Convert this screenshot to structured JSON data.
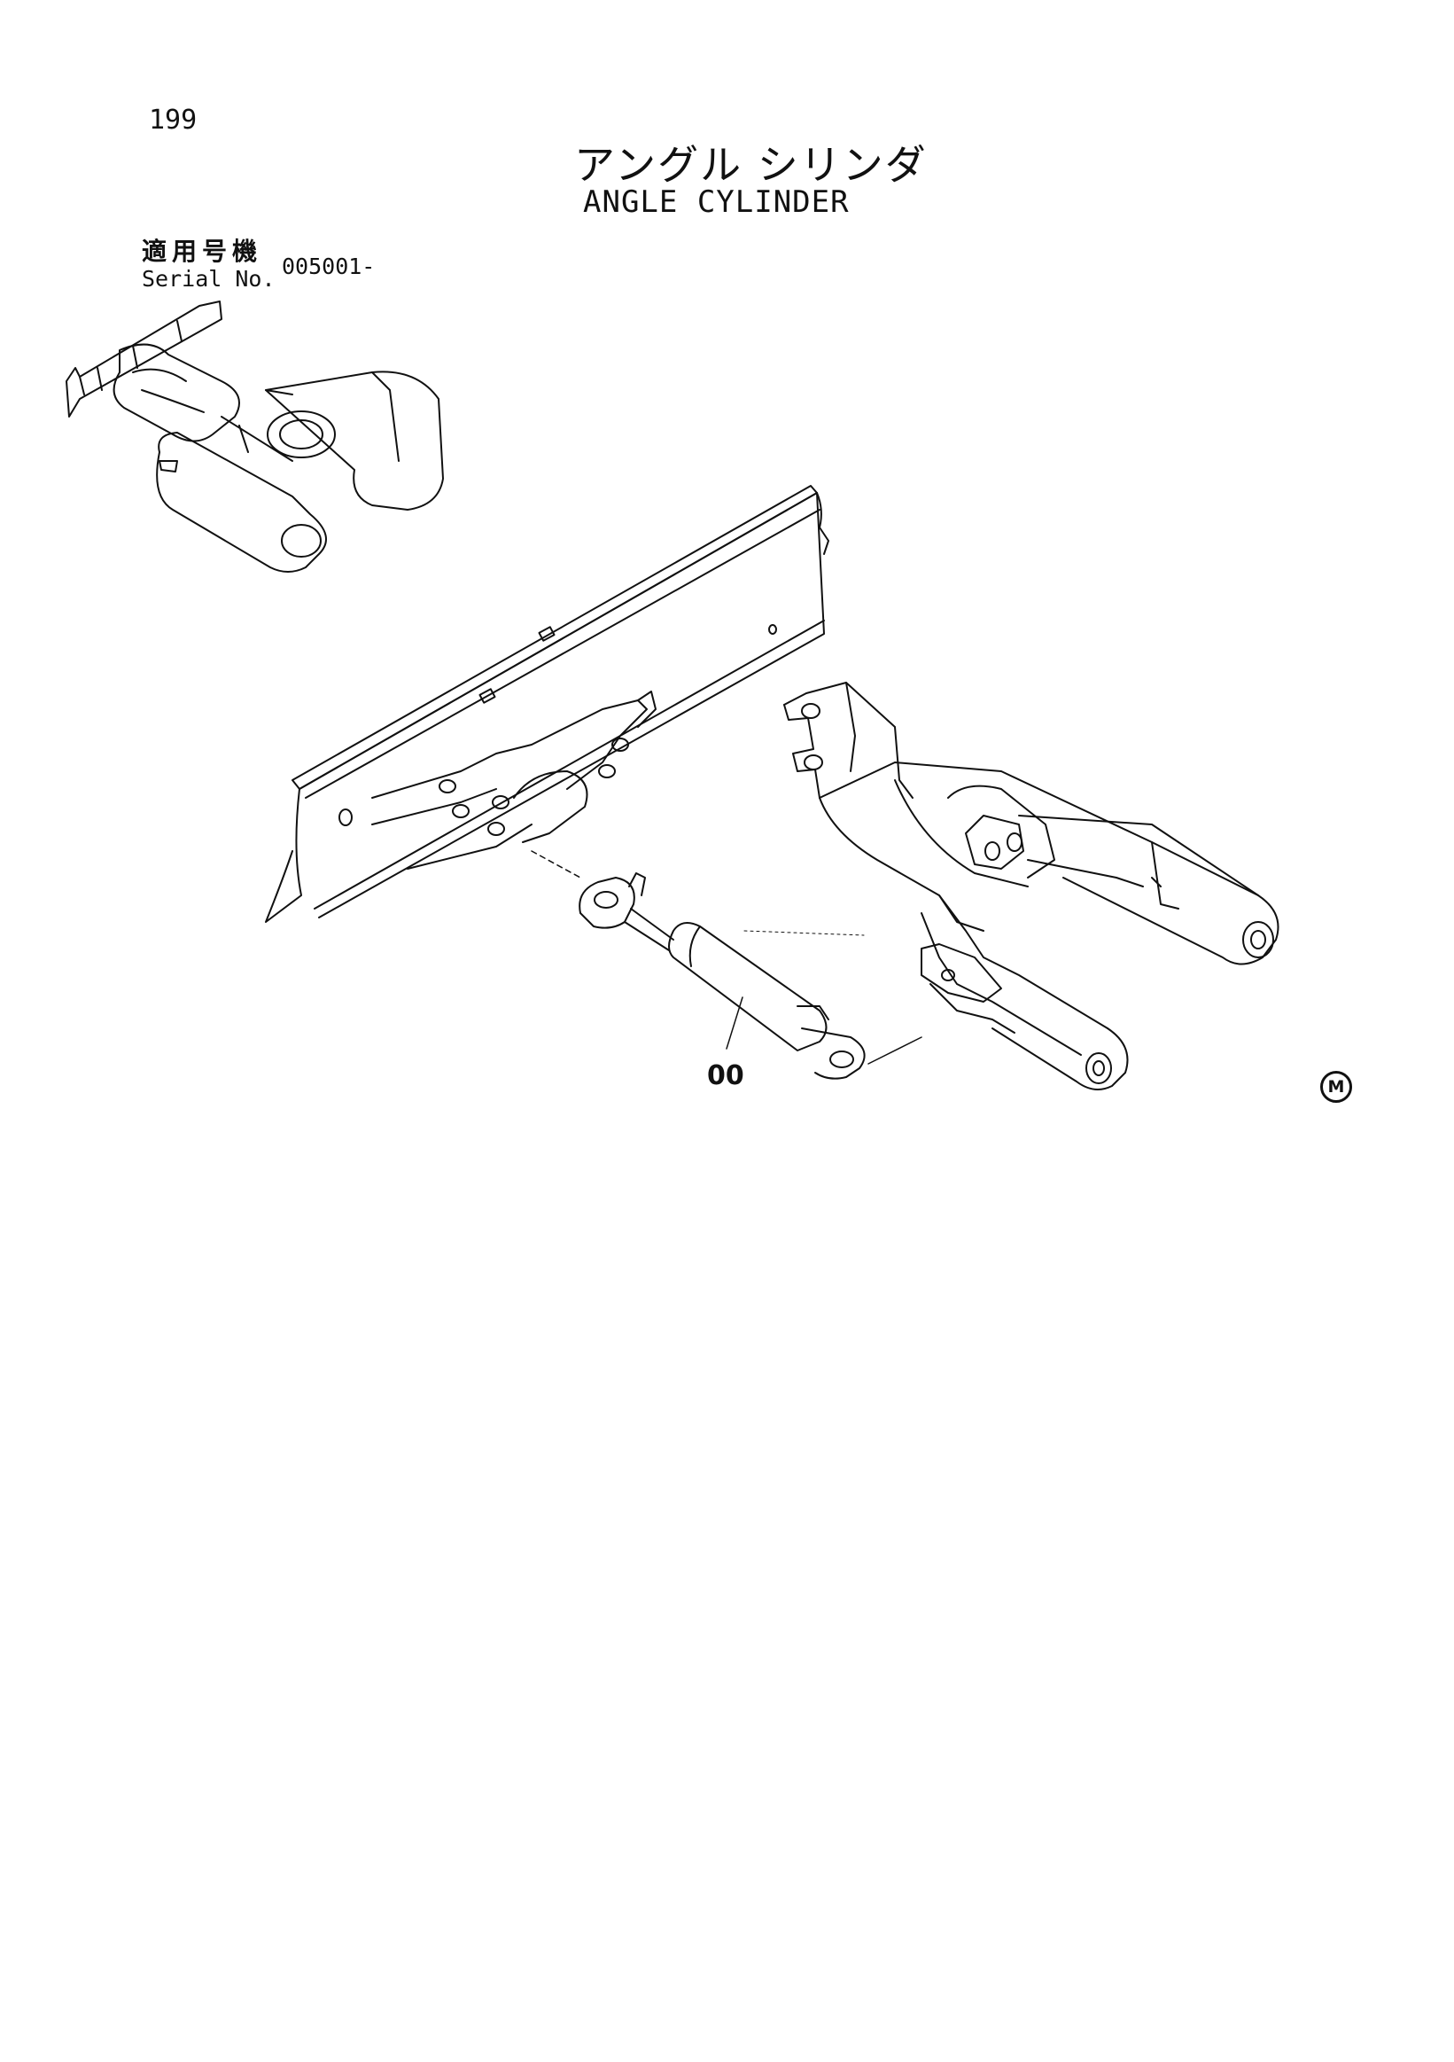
{
  "header": {
    "page_number": "199",
    "title_jp": "アングル シリンダ",
    "title_en": "ANGLE CYLINDER"
  },
  "serial": {
    "label_jp": "適用号機",
    "label_en": "Serial No.",
    "value": "005001-"
  },
  "callouts": {
    "cylinder": "00"
  },
  "mark": "M"
}
